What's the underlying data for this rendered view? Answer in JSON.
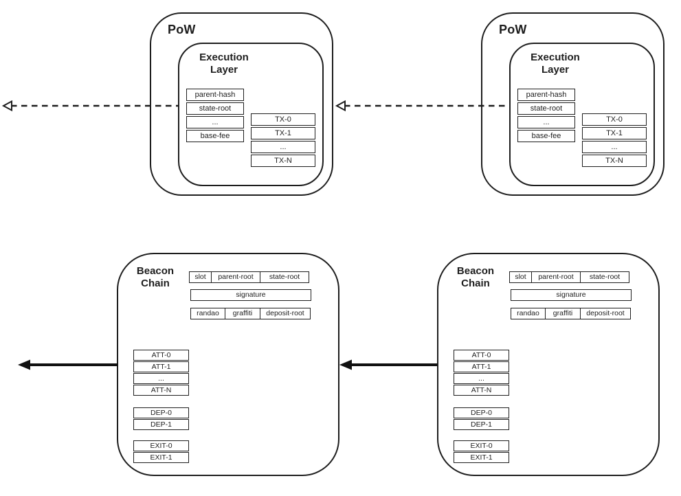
{
  "diagram": {
    "background_color": "#ffffff",
    "stroke_color": "#1d1d1d",
    "description": "Two PoW execution-layer blocks (top) and two Beacon Chain blocks (bottom), each pointing left to its parent block"
  },
  "pow_blocks": [
    {
      "title": "PoW",
      "layer_title_line1": "Execution",
      "layer_title_line2": "Layer",
      "header_fields": [
        "parent-hash",
        "state-root",
        "...",
        "base-fee"
      ],
      "transactions": [
        "TX-0",
        "TX-1",
        "...",
        "TX-N"
      ]
    },
    {
      "title": "PoW",
      "layer_title_line1": "Execution",
      "layer_title_line2": "Layer",
      "header_fields": [
        "parent-hash",
        "state-root",
        "...",
        "base-fee"
      ],
      "transactions": [
        "TX-0",
        "TX-1",
        "...",
        "TX-N"
      ]
    }
  ],
  "beacon_blocks": [
    {
      "title_line1": "Beacon",
      "title_line2": "Chain",
      "header_row": [
        "slot",
        "parent-root",
        "state-root"
      ],
      "signature_label": "signature",
      "meta_row": [
        "randao",
        "graffiti",
        "deposit-root"
      ],
      "attestations": [
        "ATT-0",
        "ATT-1",
        "...",
        "ATT-N"
      ],
      "deposits": [
        "DEP-0",
        "DEP-1"
      ],
      "exits": [
        "EXIT-0",
        "EXIT-1"
      ]
    },
    {
      "title_line1": "Beacon",
      "title_line2": "Chain",
      "header_row": [
        "slot",
        "parent-root",
        "state-root"
      ],
      "signature_label": "signature",
      "meta_row": [
        "randao",
        "graffiti",
        "deposit-root"
      ],
      "attestations": [
        "ATT-0",
        "ATT-1",
        "...",
        "ATT-N"
      ],
      "deposits": [
        "DEP-0",
        "DEP-1"
      ],
      "exits": [
        "EXIT-0",
        "EXIT-1"
      ]
    }
  ],
  "connectors": [
    {
      "name": "pow-parent-link-outer",
      "style": "dashed",
      "direction": "left",
      "arrowhead": "open"
    },
    {
      "name": "pow-parent-link-between",
      "style": "dashed",
      "direction": "left",
      "arrowhead": "open"
    },
    {
      "name": "beacon-parent-link-outer",
      "style": "solid",
      "direction": "left",
      "arrowhead": "filled"
    },
    {
      "name": "beacon-parent-link-between",
      "style": "solid",
      "direction": "left",
      "arrowhead": "filled"
    }
  ]
}
